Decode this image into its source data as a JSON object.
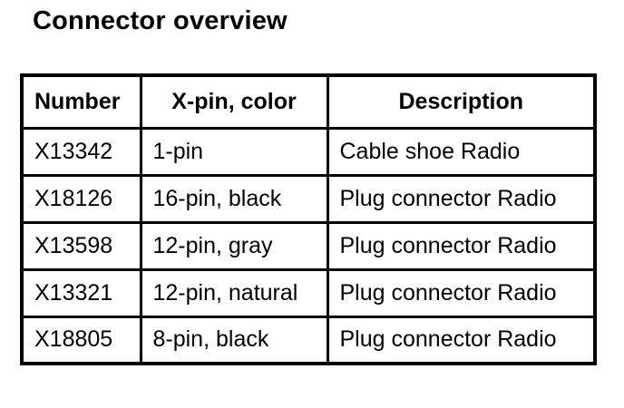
{
  "title": "Connector overview",
  "table": {
    "headers": [
      "Number",
      "X-pin, color",
      "Description"
    ],
    "rows": [
      [
        "X13342",
        "1-pin",
        "Cable shoe Radio"
      ],
      [
        "X18126",
        "16-pin, black",
        "Plug connector Radio"
      ],
      [
        "X13598",
        "12-pin, gray",
        "Plug connector Radio"
      ],
      [
        "X13321",
        "12-pin, natural",
        "Plug connector Radio"
      ],
      [
        "X18805",
        "8-pin, black",
        "Plug connector Radio"
      ]
    ]
  }
}
